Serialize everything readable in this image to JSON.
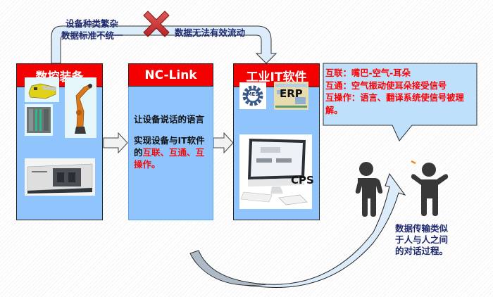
{
  "top_arrow": {
    "label_left_line1": "设备种类繁杂",
    "label_left_line2": "数据标准不统一",
    "label_right": "数据无法有效流动",
    "blocked_icon": "x-cross-icon"
  },
  "boxes": [
    {
      "title": "数控装备",
      "images": [
        "agv-icon",
        "plc-cabinet-icon",
        "industrial-robot-icon",
        "cnc-machine-icon"
      ]
    },
    {
      "title": "NC-Link",
      "para1": "让设备说话的语言",
      "para2_prefix": "实现设备与IT软件的",
      "para2_hl1": "互联",
      "sep1": "、",
      "para2_hl2": "互通",
      "sep2": "、",
      "para2_hl3": "互操作。"
    },
    {
      "title": "工业IT软件",
      "mes_label": "MES",
      "erp_label": "ERP",
      "cps_label": "CPS"
    }
  ],
  "bubble": {
    "lines": [
      "互联：嘴巴-空气-耳朵",
      "互通：空气振动使耳朵接受信号",
      "互操作：语言、翻译系统使信号被理解。"
    ]
  },
  "people": {
    "left_icon": "person-icon",
    "right_icon": "person-arms-raised-icon"
  },
  "caption": "数据传输类似于人与人之间的对话过程。",
  "colors": {
    "header_red": "#f40000",
    "box_blue": "#8fc5fc",
    "bubble_blue": "#bfe0fb",
    "text_navy": "#1f2a6e",
    "highlight_red": "#f01010"
  }
}
